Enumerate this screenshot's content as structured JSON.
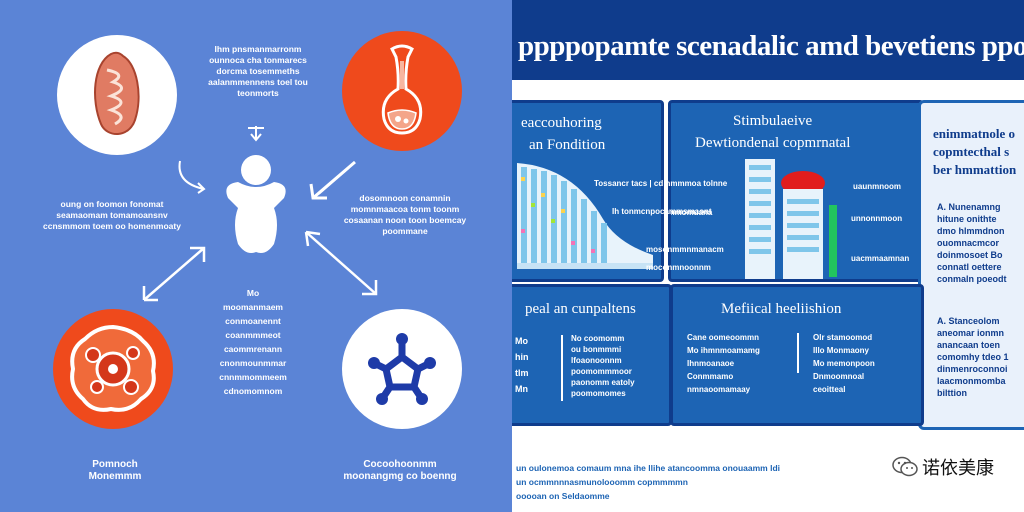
{
  "left_panel": {
    "labels": {
      "top_center": [
        "Ihm pnsmanmarronm",
        "ounnoca cha tonmarecs",
        "dorcma tosemmeths",
        "aalanmmennens toel tou",
        "teonmorts"
      ],
      "mid_left": [
        "oung on foomon fonomat",
        "seamaomam tomamoansnv",
        "ccnsmmom toem oo homenmoaty"
      ],
      "mid_right": [
        "dosomnoon conamnin",
        "momnmaacoa tonm toonm",
        "cosaanan noon toon boemcay",
        "poommane"
      ],
      "bottom_center": [
        "Mo",
        "moomanmaem",
        "conmoanennt",
        "coanmmmeot",
        "caommrenann",
        "cnonmounmmar",
        "cnnmmommeem",
        "cdnomomnom"
      ],
      "bottom_left": [
        "Pomnoch",
        "Monemmm"
      ],
      "bottom_right": [
        "Cocoohoonmm",
        "moonangmg co boenng"
      ]
    }
  },
  "right_panel": {
    "title": "ppppopamte scenadalic amd bevetiens ppopption",
    "card_top_left": {
      "title_line1": "eaccouhoring",
      "title_line2": "an Fondition",
      "notes": [
        "Ip boosmeemmomuana",
        "Tossancr tacs | cd hmmmoa tolnne",
        "Ih tonmcnpocammsmaont",
        "mosonmmnmanacm",
        "moconmnoonnm"
      ]
    },
    "card_top_mid": {
      "title_line1": "Stimbulaeive",
      "title_line2": "Dewtiondenal copmrnatal",
      "notes": [
        "uaunmnoom",
        "unnonnmoon",
        "uacmmaamnan"
      ]
    },
    "card_top_right": {
      "title_lines": [
        "enimmatnole o",
        "copmtecthal s",
        "ber hmmattion"
      ],
      "paragraphs": [
        [
          "A. Nunenamng",
          "hitune onithte",
          "dmo hlmmdnon",
          "ouomnacmcor",
          "doinmosoet Bo",
          "connatl oettere",
          "conmaln poeodt"
        ],
        [
          "A. Stanceolom",
          "aneomar ionmn",
          "anancaan toen",
          "comomhy tdeo 1",
          "dinmenroconnoi",
          "laacmonmomba",
          "bilttion"
        ]
      ]
    },
    "card_bottom_left": {
      "title": "peal an cunpaltens",
      "col1": [
        "Mo",
        "hin",
        "tIm",
        "Mn"
      ],
      "col2": [
        "No coomomm",
        "ou bonmmmi",
        "Ifoaonoonnm",
        "poomommmoor",
        "paonomm eatoly",
        "poomomomes"
      ]
    },
    "card_bottom_mid": {
      "title": "Mefiical heeliishion",
      "col1": [
        "Cane oomeoommn",
        "Mo ihmnmoamamg",
        "Ihnmoanaoe",
        "Conmmamo",
        "nmnaoomamaay"
      ],
      "col2": [
        "Olr stamoomod",
        "Illo Monmaony",
        "Mo memonpoon",
        "Dnmoomnoal",
        "ceoitteal"
      ]
    },
    "footer": [
      "un oulonemoa comaum mna ihe llihe atancoomma onouaamm ldi",
      "un ocmmnnnasmunolooomm copmmmmn",
      "ooooan on Seldaomme"
    ],
    "watermark": "诺依美康"
  },
  "colors": {
    "left_bg": "#5b84d6",
    "accent_red": "#ef4a1c",
    "navy": "#0f3c8c",
    "card_blue": "#1d64b4",
    "white": "#ffffff"
  }
}
